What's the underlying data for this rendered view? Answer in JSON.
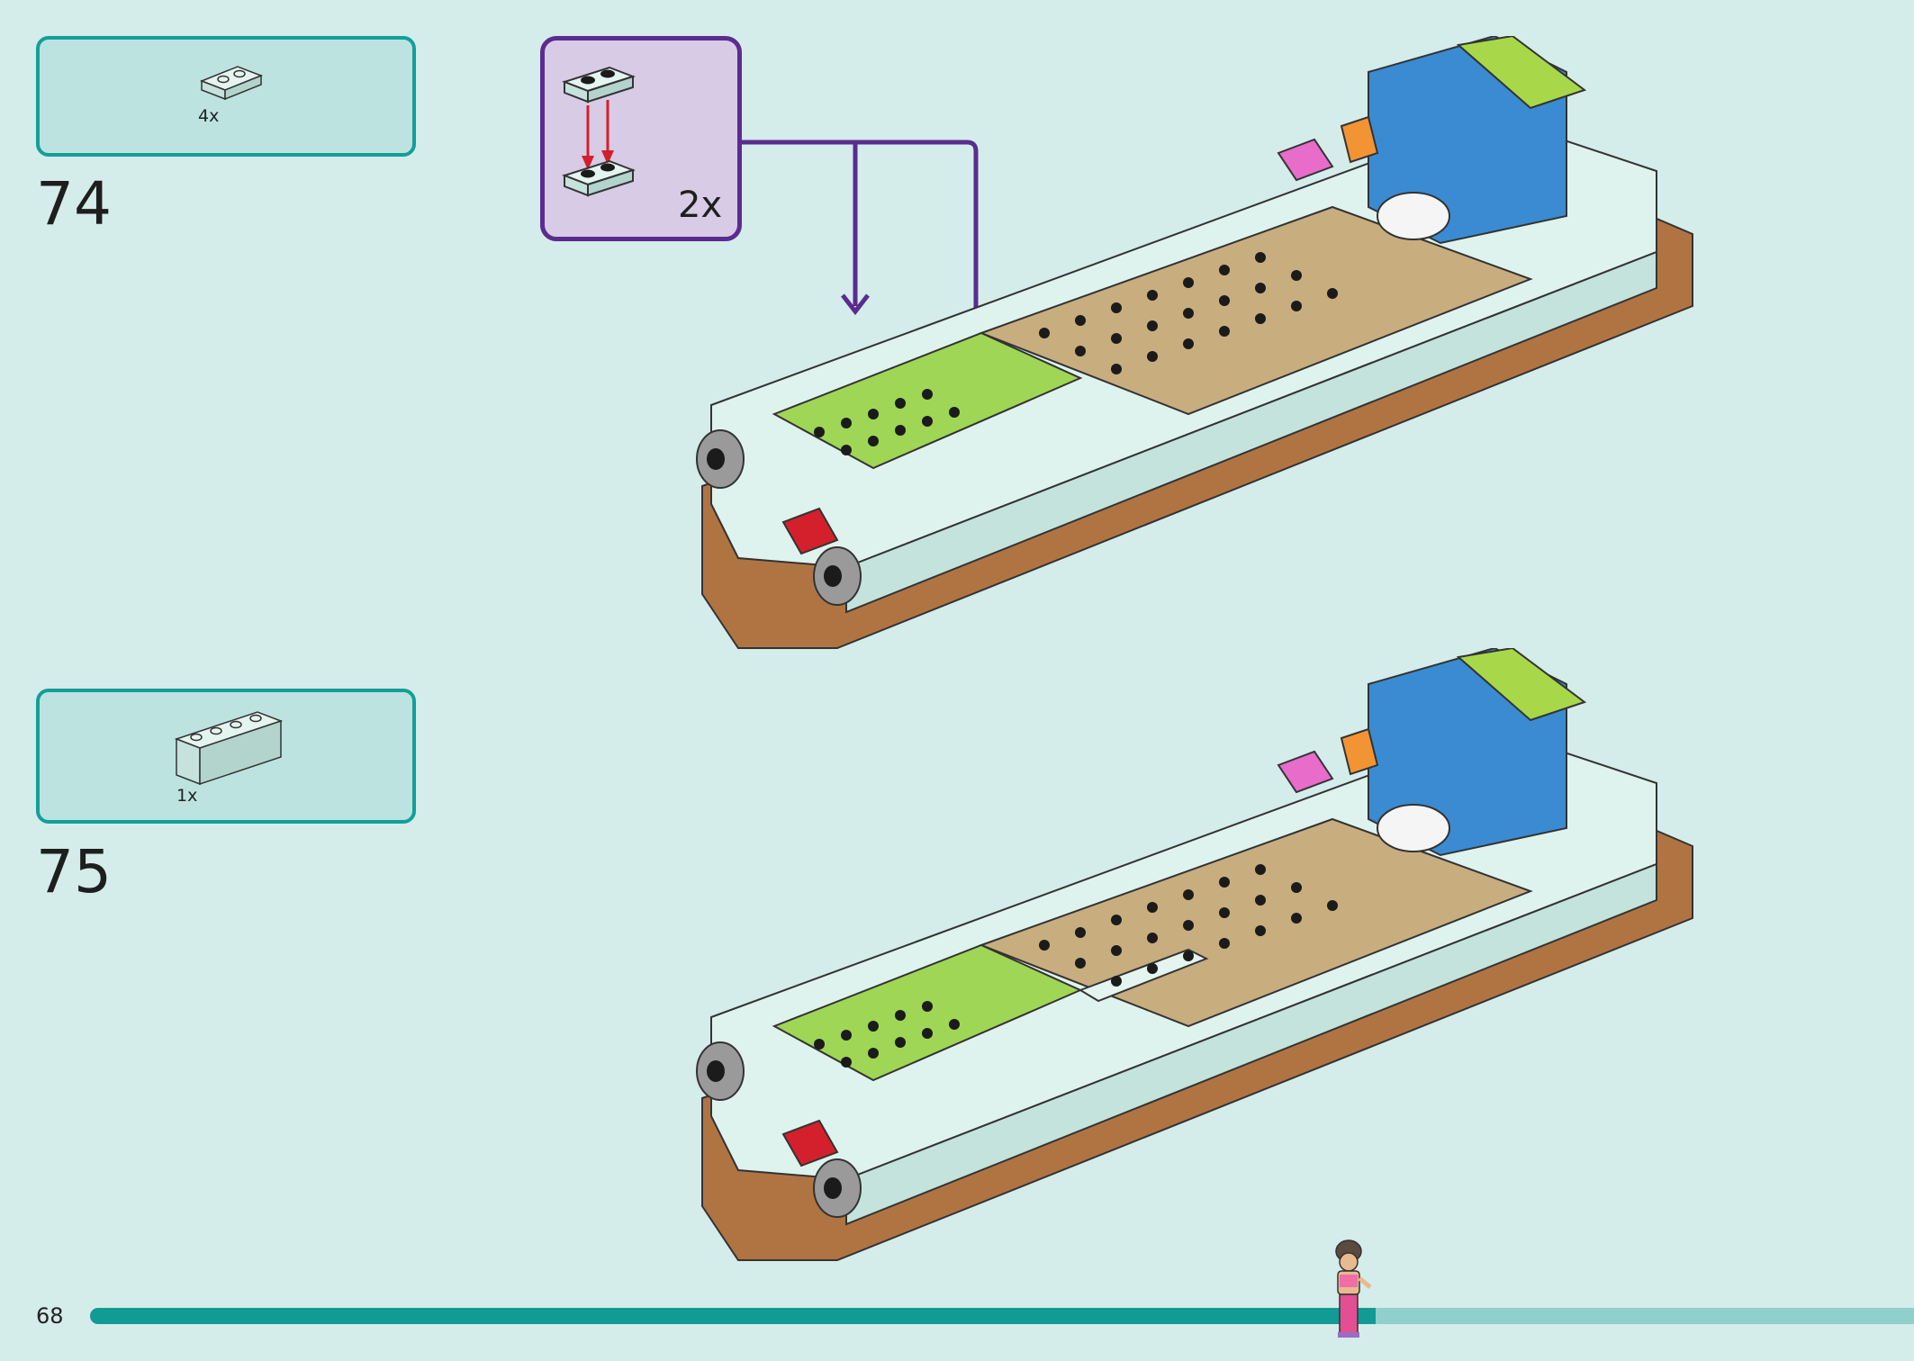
{
  "steps": [
    {
      "number": "74",
      "parts_qty": "4x",
      "callout_qty": "2x"
    },
    {
      "number": "75",
      "parts_qty": "1x"
    }
  ],
  "footer": {
    "page_number": "68",
    "progress": 0.705
  },
  "colors": {
    "background": "#d4ecea",
    "parts_box_fill": "#bde3e1",
    "parts_box_border": "#139f99",
    "callout_fill": "#d8cbe6",
    "callout_border": "#5b2c8f",
    "arrow_red": "#d4202c",
    "progress_fill": "#129a94",
    "progress_track": "#8fd0cc"
  }
}
